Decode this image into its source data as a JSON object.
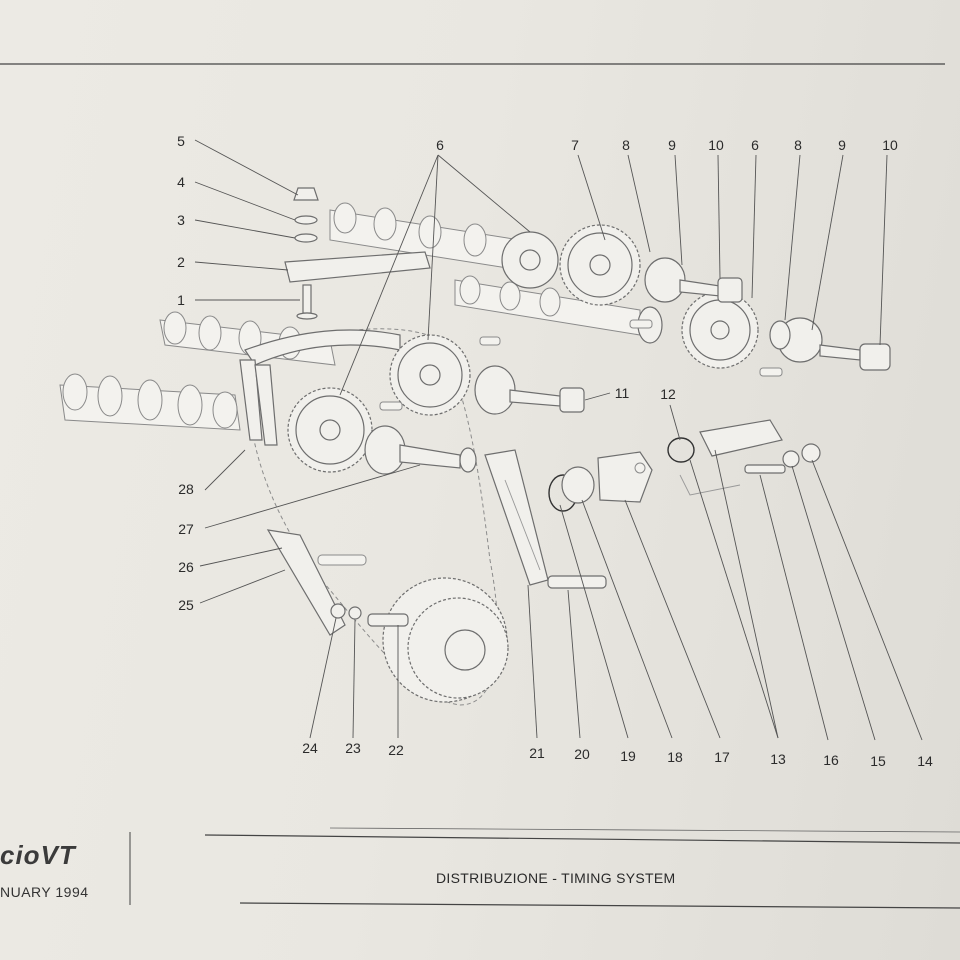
{
  "callouts": [
    "1",
    "2",
    "3",
    "4",
    "5",
    "6",
    "6",
    "7",
    "8",
    "8",
    "9",
    "9",
    "10",
    "10",
    "11",
    "12",
    "13",
    "14",
    "15",
    "16",
    "17",
    "18",
    "19",
    "20",
    "21",
    "22",
    "23",
    "24",
    "25",
    "26",
    "27",
    "28"
  ],
  "footer": {
    "logo_text": "cioVT",
    "date": "NUARY 1994",
    "title": "DISTRIBUZIONE - TIMING SYSTEM"
  }
}
